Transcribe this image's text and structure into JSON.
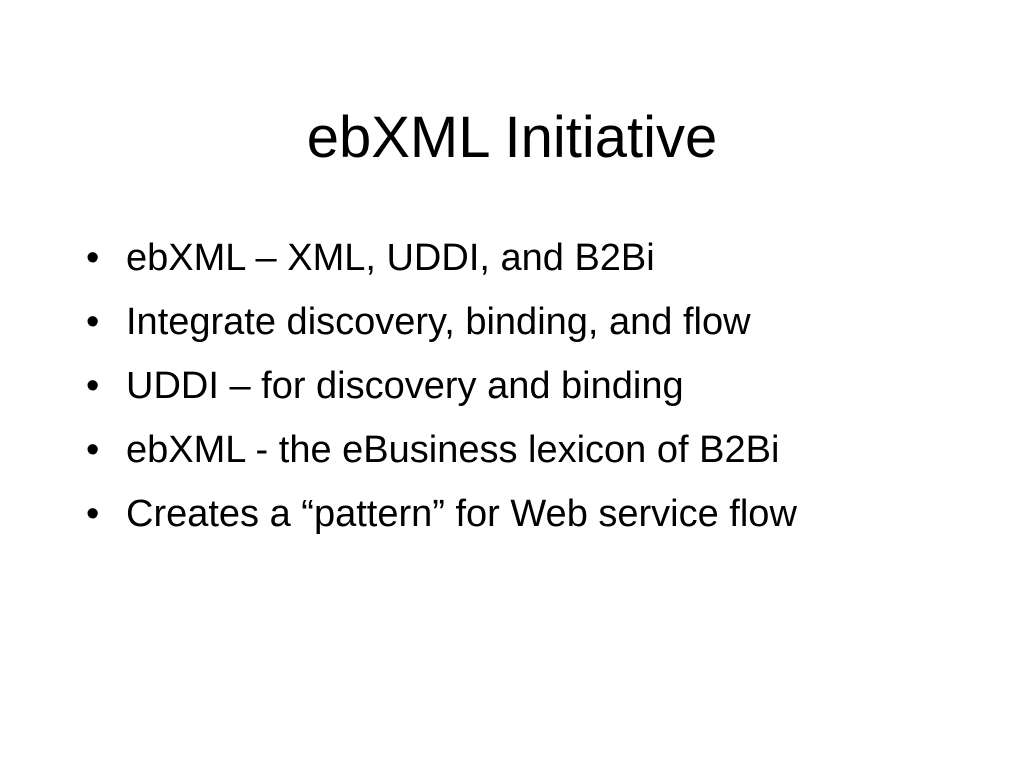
{
  "slide": {
    "title": "ebXML Initiative",
    "bullet_marker": "•",
    "bullets": [
      "ebXML – XML, UDDI, and B2Bi",
      "Integrate discovery, binding, and flow",
      "UDDI – for discovery and binding",
      "ebXML - the eBusiness lexicon of B2Bi",
      "Creates a “pattern” for Web service flow"
    ]
  }
}
